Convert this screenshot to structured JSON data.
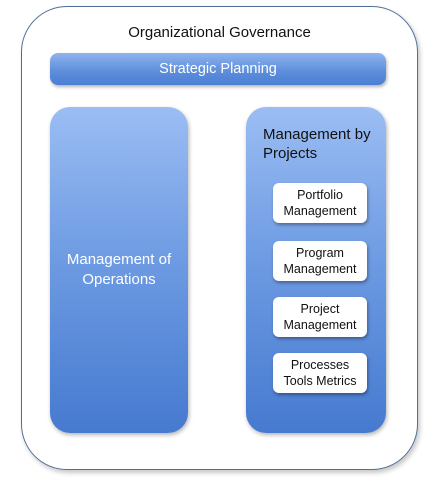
{
  "diagram": {
    "outer_title": "Organizational Governance",
    "top_bar": "Strategic Planning",
    "left_column": "Management of Operations",
    "right_column": {
      "title": "Management by Projects",
      "items": [
        "Portfolio\nManagement",
        "Program\nManagement",
        "Project\nManagement",
        "Processes\nTools Metrics"
      ]
    }
  },
  "colors": {
    "outer_border": "#4f6f98",
    "box_blue": "#6f9ce3",
    "box_white": "#ffffff"
  }
}
